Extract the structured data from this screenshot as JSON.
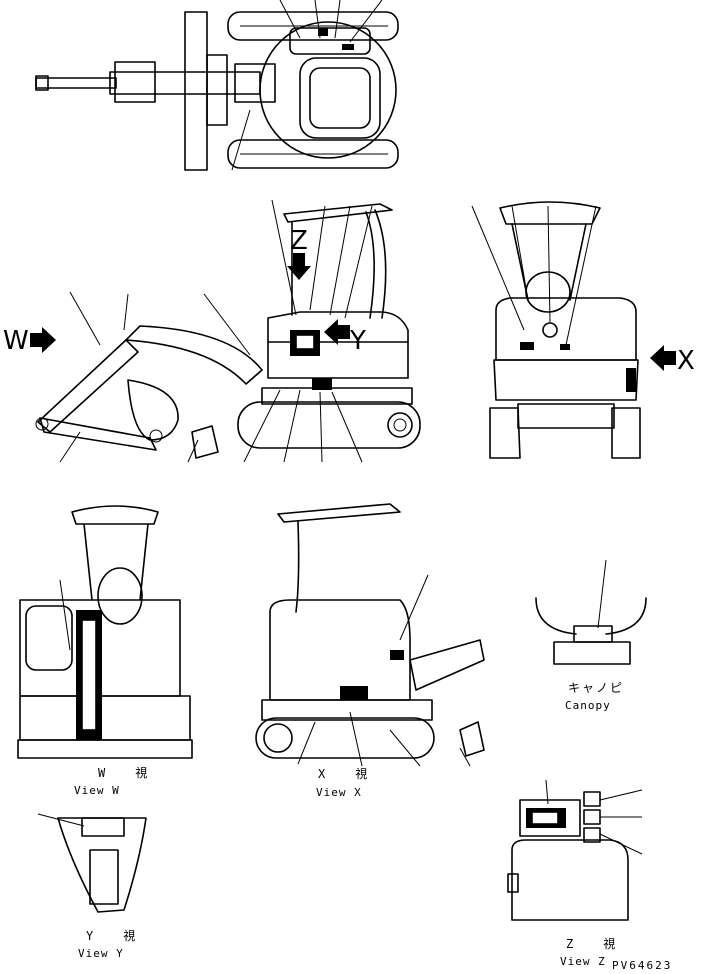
{
  "views": {
    "w": {
      "jp": "W　　視",
      "en": "View W"
    },
    "x": {
      "jp": "X　　視",
      "en": "View X"
    },
    "y": {
      "jp": "Y　　視",
      "en": "View Y"
    },
    "z": {
      "jp": "Z　　視",
      "en": "View Z"
    }
  },
  "canopy": {
    "jp": "キャノピ",
    "en": "Canopy"
  },
  "arrows": {
    "w": "W",
    "x": "X",
    "y": "Y",
    "z": "Z"
  },
  "drawing_code": "PV64623",
  "icons": [
    "view-arrow-icon"
  ]
}
